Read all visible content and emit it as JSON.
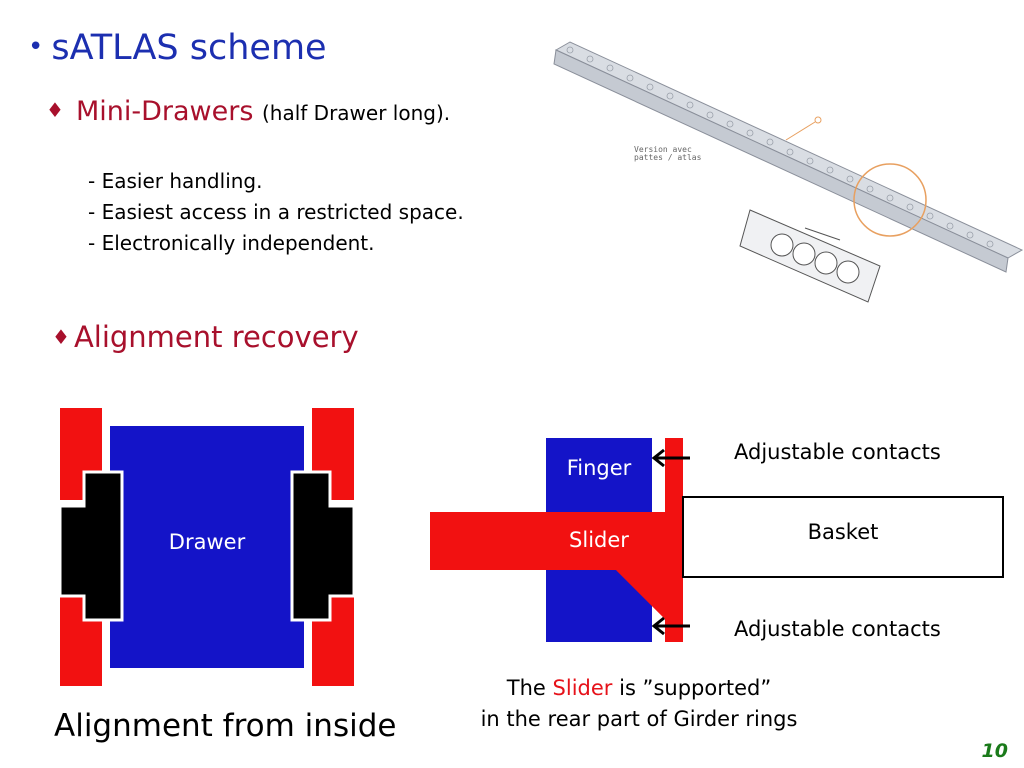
{
  "title": {
    "bullet": "•",
    "text": "sATLAS scheme"
  },
  "mini_drawers": {
    "bullet": "♦",
    "heading": "Mini-Drawers",
    "note": "(half Drawer long).",
    "items": [
      "- Easier handling.",
      "- Easiest access in a restricted space.",
      "- Electronically independent."
    ]
  },
  "alignment": {
    "bullet": "♦",
    "heading": "Alignment recovery"
  },
  "cad_image": {
    "label_line1": "Version avec",
    "label_line2": "pattes / atlas"
  },
  "left_diagram": {
    "drawer_label": "Drawer",
    "caption": "Alignment from inside"
  },
  "right_diagram": {
    "finger_label": "Finger",
    "slider_label": "Slider",
    "basket_label": "Basket",
    "contacts_top": "Adjustable contacts",
    "contacts_bottom": "Adjustable contacts",
    "caption_the": "The",
    "caption_slider": "Slider",
    "caption_rest": "is ”supported”",
    "caption_line2": "in the rear part of Girder rings"
  },
  "page_number": "10",
  "colors": {
    "blue": "#1414c8",
    "red": "#f21111",
    "title_blue": "#1c2fb0",
    "heading_red": "#a8102c"
  }
}
